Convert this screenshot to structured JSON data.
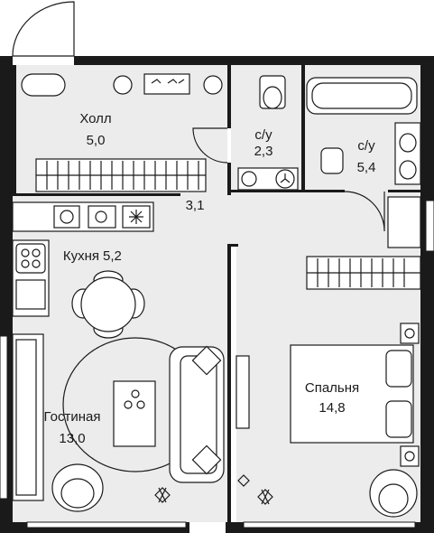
{
  "rooms": {
    "hall": {
      "name": "Холл",
      "area": "5,0"
    },
    "bathroom_small": {
      "name": "с/у",
      "area": "2,3"
    },
    "bathroom_large": {
      "name": "с/у",
      "area": "5,4"
    },
    "corridor": {
      "area": "3,1"
    },
    "kitchen": {
      "name": "Кухня",
      "area": "5,2"
    },
    "living": {
      "name": "Гостиная",
      "area": "13,0"
    },
    "bedroom": {
      "name": "Спальня",
      "area": "14,8"
    }
  },
  "colors": {
    "wall": "#1a1a1a",
    "floor": "#ececec",
    "furniture": "#ffffff"
  }
}
